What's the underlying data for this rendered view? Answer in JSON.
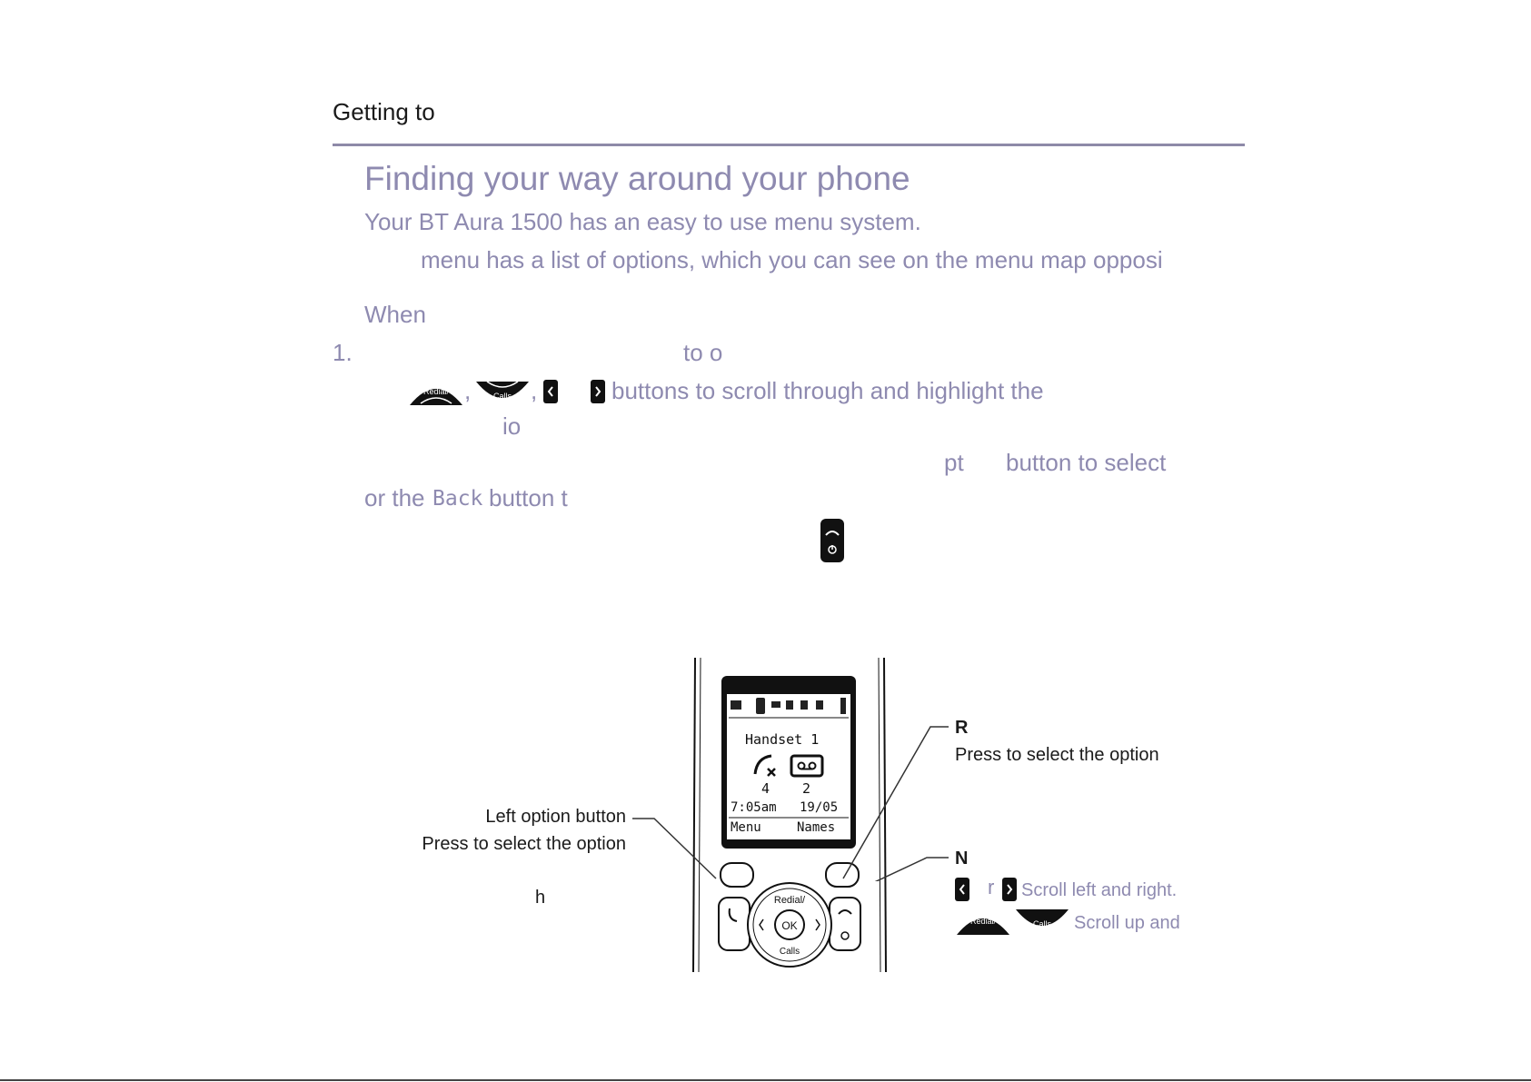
{
  "header": {
    "section": "Getting to"
  },
  "title": "Finding your way around your phone",
  "intro": {
    "line1": "Your BT Aura 1500 has an easy to use menu system.",
    "line2": "menu has a list of options, which you can see on the menu map opposi"
  },
  "when": "When",
  "steps": {
    "num1": "1.",
    "frag1": "to o",
    "scroll_text": "buttons to scroll through and highlight the",
    "frag_io": "io",
    "frag_pt": "pt",
    "select_text": "button to select",
    "or_the": "or the",
    "back_label": "Back",
    "button_t": "button t"
  },
  "keys": {
    "redial": "Redial/",
    "calls": "Calls",
    "comma": ","
  },
  "phone": {
    "screen_title": "Handset 1",
    "missed_calls": "4",
    "messages": "2",
    "time": "7:05am",
    "date": "19/05",
    "left_softkey": "Menu",
    "right_softkey": "Names",
    "nav_top": "Redial/",
    "nav_center": "OK",
    "nav_bottom": "Calls"
  },
  "callouts": {
    "left_heading": "Left option button",
    "left_desc": "Press to select the option",
    "left_frag": "h",
    "right_heading": "R",
    "right_desc": "Press to select the option",
    "nav_heading": "N",
    "nav_or": "r",
    "nav_lr": "Scroll left and right.",
    "nav_ud": "Scroll up and"
  }
}
